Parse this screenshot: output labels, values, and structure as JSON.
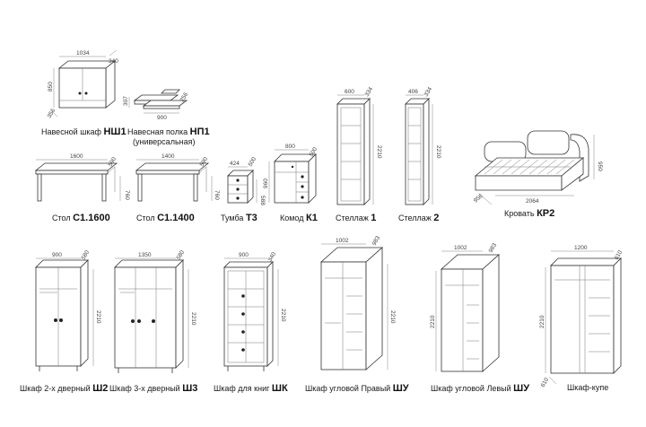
{
  "items": [
    {
      "id": "nsh1",
      "name": "Навесной шкаф",
      "code": "НШ1",
      "dims": [
        "1034",
        "340",
        "850",
        "356"
      ]
    },
    {
      "id": "np1",
      "name": "Навесная полка",
      "code": "НП1",
      "sub": "(универсальная)",
      "dims": [
        "307",
        "900",
        "256"
      ]
    },
    {
      "id": "s1600",
      "name": "Стол",
      "code": "С1.1600",
      "dims": [
        "1600",
        "590",
        "760"
      ]
    },
    {
      "id": "s1400",
      "name": "Стол",
      "code": "С1.1400",
      "dims": [
        "1400",
        "590",
        "760"
      ]
    },
    {
      "id": "t3",
      "name": "Тумба",
      "code": "Т3",
      "dims": [
        "424",
        "500",
        "588"
      ]
    },
    {
      "id": "k1",
      "name": "Комод",
      "code": "К1",
      "dims": [
        "800",
        "500",
        "960"
      ]
    },
    {
      "id": "st1",
      "name": "Стеллаж",
      "code": "1",
      "dims": [
        "600",
        "334",
        "2210"
      ]
    },
    {
      "id": "st2",
      "name": "Стеллаж",
      "code": "2",
      "dims": [
        "406",
        "334",
        "2210"
      ]
    },
    {
      "id": "kr2",
      "name": "Кровать",
      "code": "КР2",
      "dims": [
        "950",
        "2064",
        "956"
      ]
    },
    {
      "id": "sh2",
      "name": "Шкаф 2-х дверный",
      "code": "Ш2",
      "dims": [
        "900",
        "580",
        "2210"
      ]
    },
    {
      "id": "sh3",
      "name": "Шкаф 3-х дверный",
      "code": "Ш3",
      "dims": [
        "1350",
        "580",
        "2210"
      ]
    },
    {
      "id": "shk",
      "name": "Шкаф для книг",
      "code": "ШК",
      "dims": [
        "900",
        "340",
        "2210"
      ]
    },
    {
      "id": "shu_r",
      "name": "Шкаф угловой Правый",
      "code": "ШУ",
      "dims": [
        "1002",
        "983",
        "2210"
      ]
    },
    {
      "id": "shu_l",
      "name": "Шкаф угловой Левый",
      "code": "ШУ",
      "dims": [
        "1002",
        "983",
        "2210"
      ]
    },
    {
      "id": "shkupe",
      "name": "Шкаф-купе",
      "code": "",
      "dims": [
        "1200",
        "610",
        "2210"
      ]
    }
  ]
}
